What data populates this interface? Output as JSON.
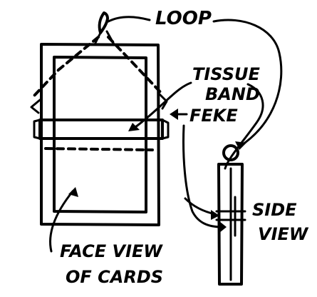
{
  "labels": {
    "loop": "LOOP",
    "tissue": "TISSUE",
    "band": "BAND",
    "feke": "FEKE",
    "side": "SIDE",
    "view": "VIEW",
    "face_view": "FACE VIEW",
    "of_cards": "OF CARDS"
  },
  "colors": {
    "ink": "#000000",
    "paper": "#ffffff"
  }
}
